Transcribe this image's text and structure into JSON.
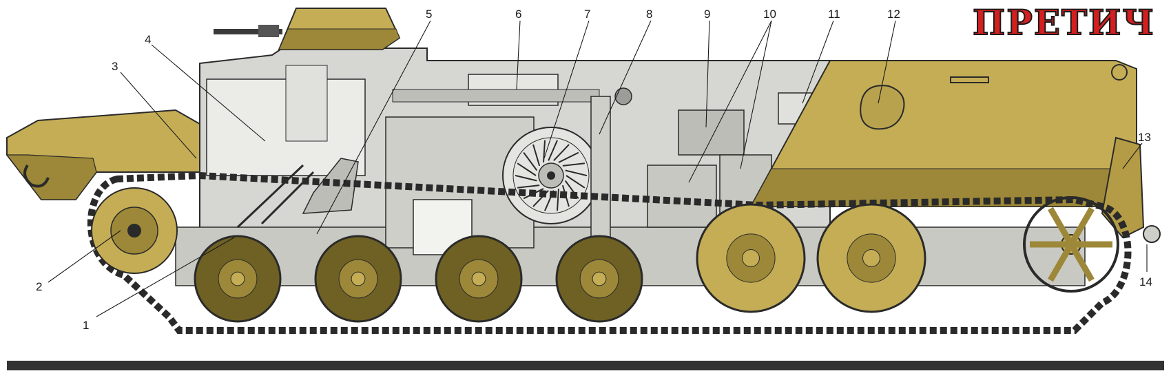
{
  "logo": {
    "text": "ПРЕТИЧ",
    "fill": "#d31f1f",
    "outline": "#1a1a1a"
  },
  "colors": {
    "hull_olive": "#c4ad55",
    "hull_shade": "#9c8838",
    "hull_dark": "#6f6124",
    "interior": "#d6d6d2",
    "interior_light": "#ebebe8",
    "line": "#2a2a2a",
    "ground": "#333333"
  },
  "callouts": [
    {
      "id": "1",
      "label": "1"
    },
    {
      "id": "2",
      "label": "2"
    },
    {
      "id": "3",
      "label": "3"
    },
    {
      "id": "4",
      "label": "4"
    },
    {
      "id": "5",
      "label": "5"
    },
    {
      "id": "6",
      "label": "6"
    },
    {
      "id": "7",
      "label": "7"
    },
    {
      "id": "8",
      "label": "8"
    },
    {
      "id": "9",
      "label": "9"
    },
    {
      "id": "10",
      "label": "10"
    },
    {
      "id": "11",
      "label": "11"
    },
    {
      "id": "12",
      "label": "12"
    },
    {
      "id": "13",
      "label": "13"
    },
    {
      "id": "14",
      "label": "14"
    }
  ]
}
